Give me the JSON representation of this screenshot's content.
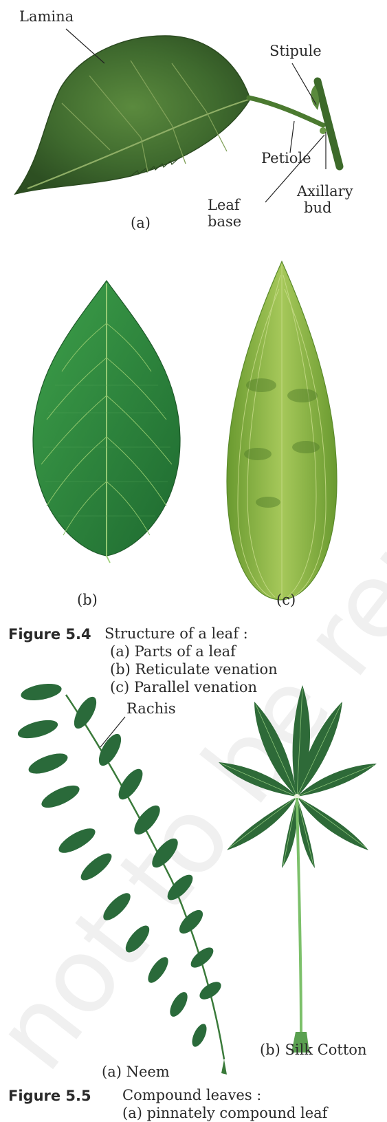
{
  "figure_5_4": {
    "parts_labels": {
      "lamina": "Lamina",
      "stipule": "Stipule",
      "petiole": "Petiole",
      "axillary_bud": [
        "Axillary",
        "bud"
      ],
      "leaf_base": [
        "Leaf",
        "base"
      ]
    },
    "panel_a": "(a)",
    "panel_b": "(b)",
    "panel_c": "(c)",
    "number": "Figure 5.4",
    "caption_title": "Structure of a leaf :",
    "caption_items": [
      "(a) Parts of a leaf",
      "(b) Reticulate venation",
      "(c) Parallel venation"
    ]
  },
  "figure_5_5": {
    "rachis": "Rachis",
    "neem": "(a) Neem",
    "silk_cotton": "(b) Silk Cotton",
    "number": "Figure 5.5",
    "caption_title": "Compound leaves :",
    "caption_items": [
      "(a) pinnately compound leaf"
    ]
  },
  "watermark": "not to be republished © NCERT",
  "colors": {
    "leaf_dark": "#2f5a2a",
    "leaf_mid": "#3f7a34",
    "leaf_green": "#2e8b3a",
    "leaf_light": "#8ab84a",
    "compound": "#2a6a3a"
  }
}
